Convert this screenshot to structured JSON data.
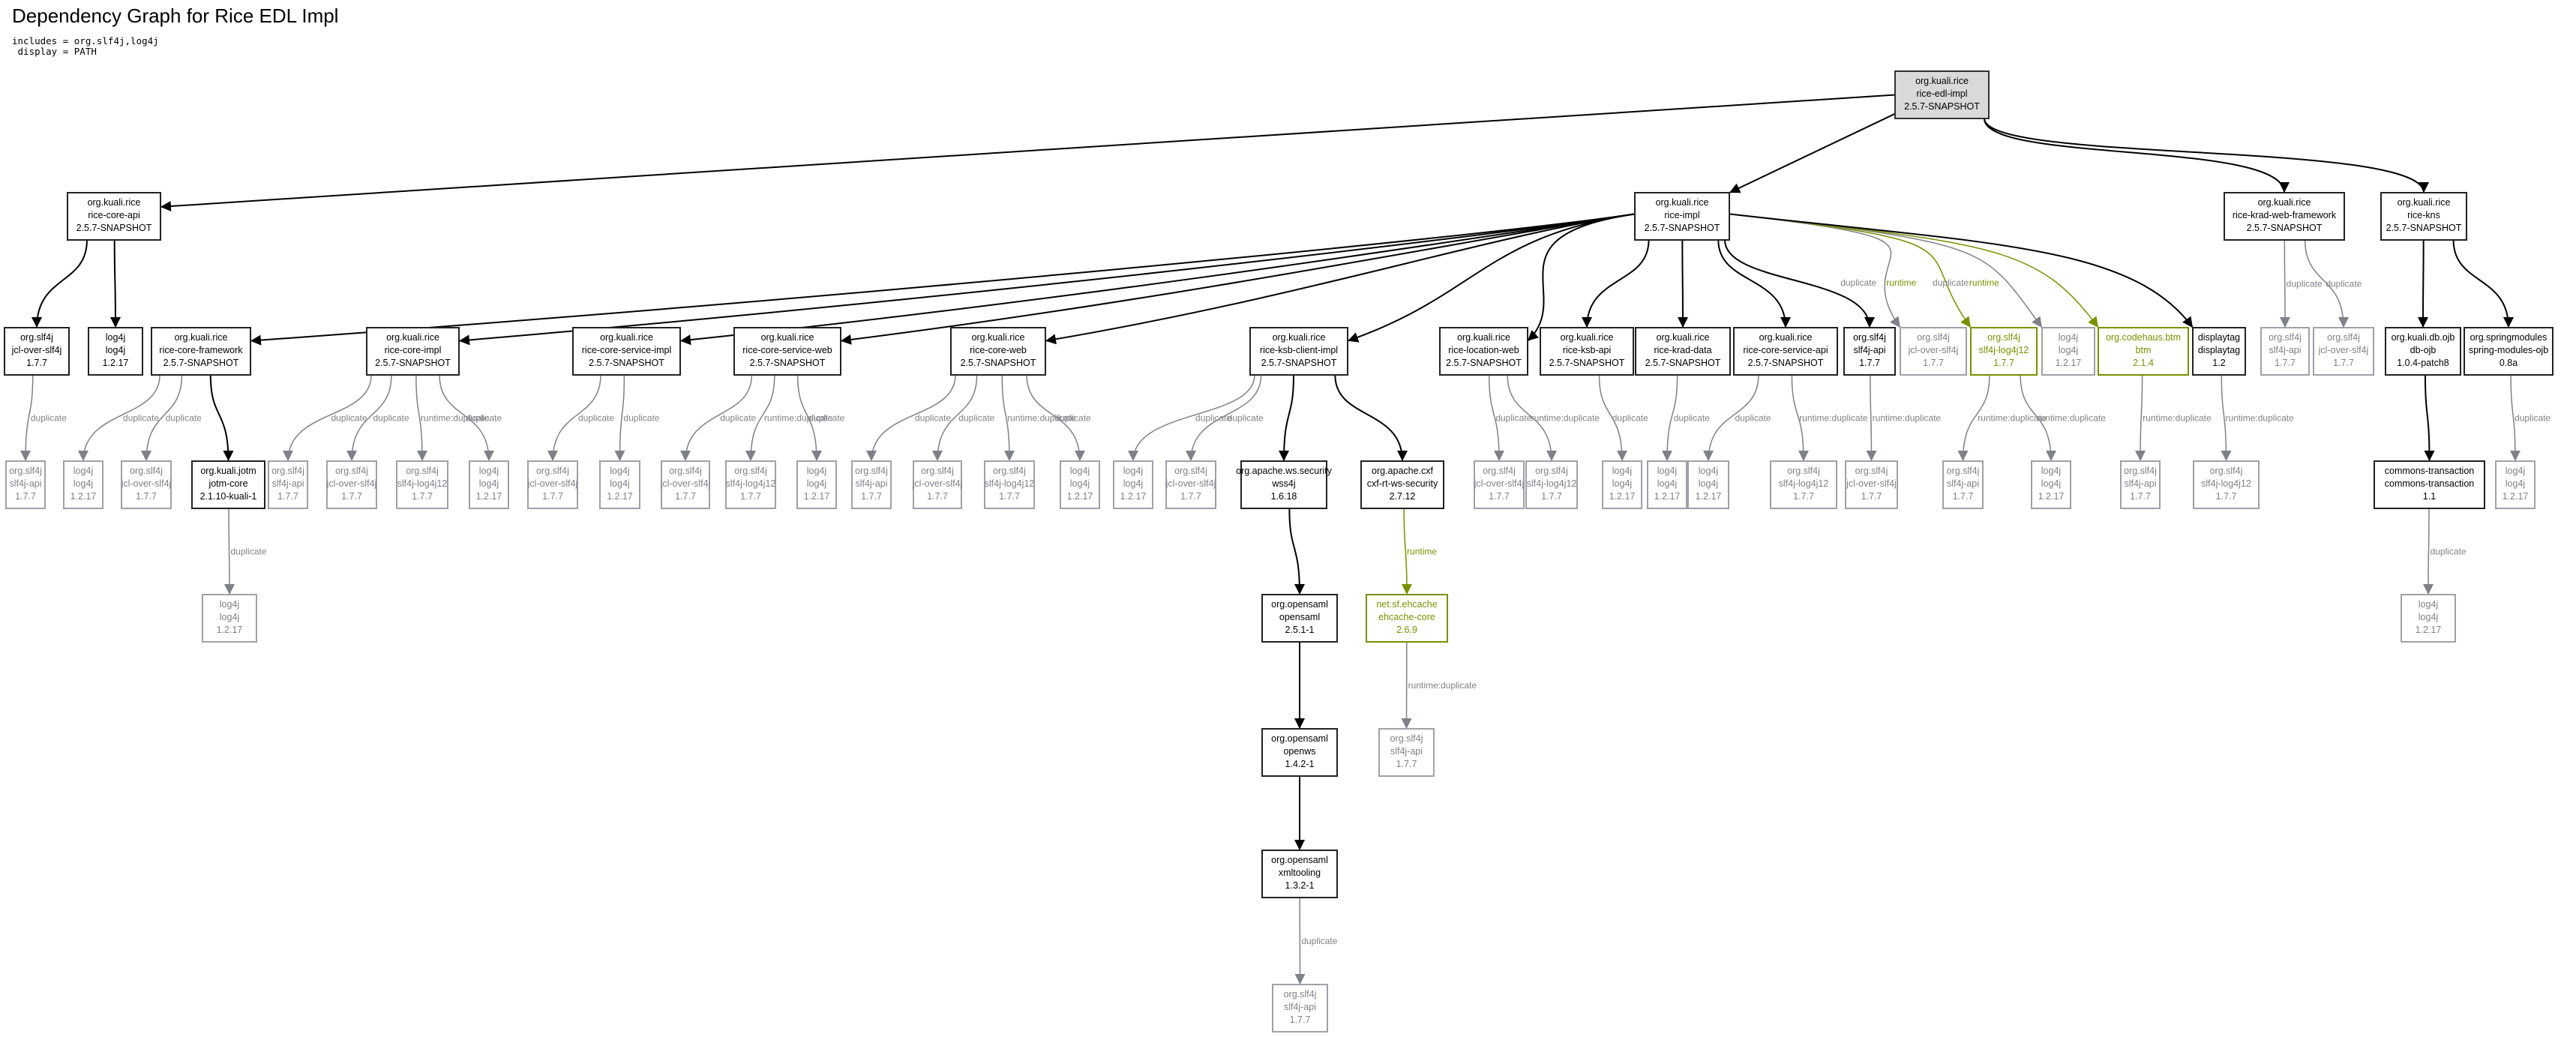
{
  "header": {
    "title": "Dependency Graph for Rice EDL Impl",
    "params": [
      "includes = org.slf4j,log4j",
      " display = PATH"
    ]
  },
  "colors": {
    "normal": "#000000",
    "duplicate": "#808088",
    "duplicate_stroke": "#a0a0a8",
    "runtime": "#7a9000",
    "root_fill": "#d9d9d9"
  },
  "nodes": [
    {
      "id": "root",
      "group": "org.kuali.rice",
      "artifact": "rice-edl-impl",
      "version": "2.5.7-SNAPSHOT",
      "style": "root"
    },
    {
      "id": "core-api",
      "group": "org.kuali.rice",
      "artifact": "rice-core-api",
      "version": "2.5.7-SNAPSHOT",
      "style": "normal"
    },
    {
      "id": "rice-impl",
      "group": "org.kuali.rice",
      "artifact": "rice-impl",
      "version": "2.5.7-SNAPSHOT",
      "style": "normal"
    },
    {
      "id": "krad-web-fw",
      "group": "org.kuali.rice",
      "artifact": "rice-krad-web-framework",
      "version": "2.5.7-SNAPSHOT",
      "style": "normal"
    },
    {
      "id": "kns",
      "group": "org.kuali.rice",
      "artifact": "rice-kns",
      "version": "2.5.7-SNAPSHOT",
      "style": "normal"
    },
    {
      "id": "ca-jcl",
      "group": "org.slf4j",
      "artifact": "jcl-over-slf4j",
      "version": "1.7.7",
      "style": "normal"
    },
    {
      "id": "ca-log4j",
      "group": "log4j",
      "artifact": "log4j",
      "version": "1.2.17",
      "style": "normal"
    },
    {
      "id": "core-fw",
      "group": "org.kuali.rice",
      "artifact": "rice-core-framework",
      "version": "2.5.7-SNAPSHOT",
      "style": "normal"
    },
    {
      "id": "core-impl",
      "group": "org.kuali.rice",
      "artifact": "rice-core-impl",
      "version": "2.5.7-SNAPSHOT",
      "style": "normal"
    },
    {
      "id": "cs-impl",
      "group": "org.kuali.rice",
      "artifact": "rice-core-service-impl",
      "version": "2.5.7-SNAPSHOT",
      "style": "normal"
    },
    {
      "id": "cs-web",
      "group": "org.kuali.rice",
      "artifact": "rice-core-service-web",
      "version": "2.5.7-SNAPSHOT",
      "style": "normal"
    },
    {
      "id": "core-web",
      "group": "org.kuali.rice",
      "artifact": "rice-core-web",
      "version": "2.5.7-SNAPSHOT",
      "style": "normal"
    },
    {
      "id": "ksb-client",
      "group": "org.kuali.rice",
      "artifact": "rice-ksb-client-impl",
      "version": "2.5.7-SNAPSHOT",
      "style": "normal"
    },
    {
      "id": "loc-web",
      "group": "org.kuali.rice",
      "artifact": "rice-location-web",
      "version": "2.5.7-SNAPSHOT",
      "style": "normal"
    },
    {
      "id": "ksb-api",
      "group": "org.kuali.rice",
      "artifact": "rice-ksb-api",
      "version": "2.5.7-SNAPSHOT",
      "style": "normal"
    },
    {
      "id": "krad-data",
      "group": "org.kuali.rice",
      "artifact": "rice-krad-data",
      "version": "2.5.7-SNAPSHOT",
      "style": "normal"
    },
    {
      "id": "cs-api",
      "group": "org.kuali.rice",
      "artifact": "rice-core-service-api",
      "version": "2.5.7-SNAPSHOT",
      "style": "normal"
    },
    {
      "id": "ri-slf4j-api",
      "group": "org.slf4j",
      "artifact": "slf4j-api",
      "version": "1.7.7",
      "style": "normal"
    },
    {
      "id": "ri-jcl",
      "group": "org.slf4j",
      "artifact": "jcl-over-slf4j",
      "version": "1.7.7",
      "style": "duplicate"
    },
    {
      "id": "ri-log4j12",
      "group": "org.slf4j",
      "artifact": "slf4j-log4j12",
      "version": "1.7.7",
      "style": "runtime"
    },
    {
      "id": "ri-log4j",
      "group": "log4j",
      "artifact": "log4j",
      "version": "1.2.17",
      "style": "duplicate"
    },
    {
      "id": "btm",
      "group": "org.codehaus.btm",
      "artifact": "btm",
      "version": "2.1.4",
      "style": "runtime"
    },
    {
      "id": "displaytag",
      "group": "displaytag",
      "artifact": "displaytag",
      "version": "1.2",
      "style": "normal"
    },
    {
      "id": "kwf-api",
      "group": "org.slf4j",
      "artifact": "slf4j-api",
      "version": "1.7.7",
      "style": "duplicate"
    },
    {
      "id": "kwf-jcl",
      "group": "org.slf4j",
      "artifact": "jcl-over-slf4j",
      "version": "1.7.7",
      "style": "duplicate"
    },
    {
      "id": "db-ojb",
      "group": "org.kuali.db.ojb",
      "artifact": "db-ojb",
      "version": "1.0.4-patch8",
      "style": "normal"
    },
    {
      "id": "spring-ojb",
      "group": "org.springmodules",
      "artifact": "spring-modules-ojb",
      "version": "0.8a",
      "style": "normal"
    },
    {
      "id": "jcl-api",
      "group": "org.slf4j",
      "artifact": "slf4j-api",
      "version": "1.7.7",
      "style": "duplicate"
    },
    {
      "id": "cf-log4j",
      "group": "log4j",
      "artifact": "log4j",
      "version": "1.2.17",
      "style": "duplicate"
    },
    {
      "id": "cf-jcl",
      "group": "org.slf4j",
      "artifact": "jcl-over-slf4j",
      "version": "1.7.7",
      "style": "duplicate"
    },
    {
      "id": "jotm",
      "group": "org.kuali.jotm",
      "artifact": "jotm-core",
      "version": "2.1.10-kuali-1",
      "style": "normal"
    },
    {
      "id": "ci-api",
      "group": "org.slf4j",
      "artifact": "slf4j-api",
      "version": "1.7.7",
      "style": "duplicate"
    },
    {
      "id": "ci-jcl",
      "group": "org.slf4j",
      "artifact": "jcl-over-slf4j",
      "version": "1.7.7",
      "style": "duplicate"
    },
    {
      "id": "ci-l12",
      "group": "org.slf4j",
      "artifact": "slf4j-log4j12",
      "version": "1.7.7",
      "style": "duplicate"
    },
    {
      "id": "ci-log4j",
      "group": "log4j",
      "artifact": "log4j",
      "version": "1.2.17",
      "style": "duplicate"
    },
    {
      "id": "csi-jcl",
      "group": "org.slf4j",
      "artifact": "jcl-over-slf4j",
      "version": "1.7.7",
      "style": "duplicate"
    },
    {
      "id": "csi-log4j",
      "group": "log4j",
      "artifact": "log4j",
      "version": "1.2.17",
      "style": "duplicate"
    },
    {
      "id": "csw-jcl",
      "group": "org.slf4j",
      "artifact": "jcl-over-slf4j",
      "version": "1.7.7",
      "style": "duplicate"
    },
    {
      "id": "csw-l12",
      "group": "org.slf4j",
      "artifact": "slf4j-log4j12",
      "version": "1.7.7",
      "style": "duplicate"
    },
    {
      "id": "csw-log4j",
      "group": "log4j",
      "artifact": "log4j",
      "version": "1.2.17",
      "style": "duplicate"
    },
    {
      "id": "cw-api",
      "group": "org.slf4j",
      "artifact": "slf4j-api",
      "version": "1.7.7",
      "style": "duplicate"
    },
    {
      "id": "cw-jcl",
      "group": "org.slf4j",
      "artifact": "jcl-over-slf4j",
      "version": "1.7.7",
      "style": "duplicate"
    },
    {
      "id": "cw-l12",
      "group": "org.slf4j",
      "artifact": "slf4j-log4j12",
      "version": "1.7.7",
      "style": "duplicate"
    },
    {
      "id": "cw-log4j",
      "group": "log4j",
      "artifact": "log4j",
      "version": "1.2.17",
      "style": "duplicate"
    },
    {
      "id": "ksbc-log4j",
      "group": "log4j",
      "artifact": "log4j",
      "version": "1.2.17",
      "style": "duplicate"
    },
    {
      "id": "ksbc-jcl",
      "group": "org.slf4j",
      "artifact": "jcl-over-slf4j",
      "version": "1.7.7",
      "style": "duplicate"
    },
    {
      "id": "wss4j",
      "group": "org.apache.ws.security",
      "artifact": "wss4j",
      "version": "1.6.18",
      "style": "normal"
    },
    {
      "id": "cxf",
      "group": "org.apache.cxf",
      "artifact": "cxf-rt-ws-security",
      "version": "2.7.12",
      "style": "normal"
    },
    {
      "id": "lw-jcl",
      "group": "org.slf4j",
      "artifact": "jcl-over-slf4j",
      "version": "1.7.7",
      "style": "duplicate"
    },
    {
      "id": "lw-l12",
      "group": "org.slf4j",
      "artifact": "slf4j-log4j12",
      "version": "1.7.7",
      "style": "duplicate"
    },
    {
      "id": "ka-log4j",
      "group": "log4j",
      "artifact": "log4j",
      "version": "1.2.17",
      "style": "duplicate"
    },
    {
      "id": "kd-log4j",
      "group": "log4j",
      "artifact": "log4j",
      "version": "1.2.17",
      "style": "duplicate"
    },
    {
      "id": "csa-log4j",
      "group": "log4j",
      "artifact": "log4j",
      "version": "1.2.17",
      "style": "duplicate"
    },
    {
      "id": "csa-l12",
      "group": "org.slf4j",
      "artifact": "slf4j-log4j12",
      "version": "1.7.7",
      "style": "duplicate"
    },
    {
      "id": "sa-jcl",
      "group": "org.slf4j",
      "artifact": "jcl-over-slf4j",
      "version": "1.7.7",
      "style": "duplicate"
    },
    {
      "id": "l12-api",
      "group": "org.slf4j",
      "artifact": "slf4j-api",
      "version": "1.7.7",
      "style": "duplicate"
    },
    {
      "id": "l12-log4j",
      "group": "log4j",
      "artifact": "log4j",
      "version": "1.2.17",
      "style": "duplicate"
    },
    {
      "id": "btm-api",
      "group": "org.slf4j",
      "artifact": "slf4j-api",
      "version": "1.7.7",
      "style": "duplicate"
    },
    {
      "id": "dt-l12",
      "group": "org.slf4j",
      "artifact": "slf4j-log4j12",
      "version": "1.7.7",
      "style": "duplicate"
    },
    {
      "id": "commons-tx",
      "group": "commons-transaction",
      "artifact": "commons-transaction",
      "version": "1.1",
      "style": "normal"
    },
    {
      "id": "so-log4j",
      "group": "log4j",
      "artifact": "log4j",
      "version": "1.2.17",
      "style": "duplicate"
    },
    {
      "id": "jotm-log4j",
      "group": "log4j",
      "artifact": "log4j",
      "version": "1.2.17",
      "style": "duplicate"
    },
    {
      "id": "opensaml",
      "group": "org.opensaml",
      "artifact": "opensaml",
      "version": "2.5.1-1",
      "style": "normal"
    },
    {
      "id": "ehcache",
      "group": "net.sf.ehcache",
      "artifact": "ehcache-core",
      "version": "2.6.9",
      "style": "runtime"
    },
    {
      "id": "eh-api",
      "group": "org.slf4j",
      "artifact": "slf4j-api",
      "version": "1.7.7",
      "style": "duplicate"
    },
    {
      "id": "ct-log4j",
      "group": "log4j",
      "artifact": "log4j",
      "version": "1.2.17",
      "style": "duplicate"
    },
    {
      "id": "openws",
      "group": "org.opensaml",
      "artifact": "openws",
      "version": "1.4.2-1",
      "style": "normal"
    },
    {
      "id": "xmltooling",
      "group": "org.opensaml",
      "artifact": "xmltooling",
      "version": "1.3.2-1",
      "style": "normal"
    },
    {
      "id": "xt-api",
      "group": "org.slf4j",
      "artifact": "slf4j-api",
      "version": "1.7.7",
      "style": "duplicate"
    }
  ],
  "edges": [
    {
      "from": "root",
      "to": "core-api",
      "label": "",
      "style": "normal"
    },
    {
      "from": "root",
      "to": "rice-impl",
      "label": "",
      "style": "normal"
    },
    {
      "from": "root",
      "to": "krad-web-fw",
      "label": "",
      "style": "normal"
    },
    {
      "from": "root",
      "to": "kns",
      "label": "",
      "style": "normal"
    },
    {
      "from": "core-api",
      "to": "ca-jcl",
      "label": "",
      "style": "normal"
    },
    {
      "from": "core-api",
      "to": "ca-log4j",
      "label": "",
      "style": "normal"
    },
    {
      "from": "rice-impl",
      "to": "core-fw",
      "label": "",
      "style": "normal"
    },
    {
      "from": "rice-impl",
      "to": "core-impl",
      "label": "",
      "style": "normal"
    },
    {
      "from": "rice-impl",
      "to": "cs-impl",
      "label": "",
      "style": "normal"
    },
    {
      "from": "rice-impl",
      "to": "cs-web",
      "label": "",
      "style": "normal"
    },
    {
      "from": "rice-impl",
      "to": "core-web",
      "label": "",
      "style": "normal"
    },
    {
      "from": "rice-impl",
      "to": "ksb-client",
      "label": "",
      "style": "normal"
    },
    {
      "from": "rice-impl",
      "to": "loc-web",
      "label": "",
      "style": "normal"
    },
    {
      "from": "rice-impl",
      "to": "ksb-api",
      "label": "",
      "style": "normal"
    },
    {
      "from": "rice-impl",
      "to": "krad-data",
      "label": "",
      "style": "normal"
    },
    {
      "from": "rice-impl",
      "to": "cs-api",
      "label": "",
      "style": "normal"
    },
    {
      "from": "rice-impl",
      "to": "ri-slf4j-api",
      "label": "",
      "style": "normal"
    },
    {
      "from": "rice-impl",
      "to": "ri-jcl",
      "label": "duplicate",
      "style": "duplicate"
    },
    {
      "from": "rice-impl",
      "to": "ri-log4j12",
      "label": "runtime",
      "style": "runtime"
    },
    {
      "from": "rice-impl",
      "to": "ri-log4j",
      "label": "duplicate",
      "style": "duplicate"
    },
    {
      "from": "rice-impl",
      "to": "btm",
      "label": "runtime",
      "style": "runtime"
    },
    {
      "from": "rice-impl",
      "to": "displaytag",
      "label": "",
      "style": "normal"
    },
    {
      "from": "krad-web-fw",
      "to": "kwf-api",
      "label": "duplicate",
      "style": "duplicate"
    },
    {
      "from": "krad-web-fw",
      "to": "kwf-jcl",
      "label": "duplicate",
      "style": "duplicate"
    },
    {
      "from": "kns",
      "to": "db-ojb",
      "label": "",
      "style": "normal"
    },
    {
      "from": "kns",
      "to": "spring-ojb",
      "label": "",
      "style": "normal"
    },
    {
      "from": "ca-jcl",
      "to": "jcl-api",
      "label": "duplicate",
      "style": "duplicate"
    },
    {
      "from": "core-fw",
      "to": "cf-log4j",
      "label": "duplicate",
      "style": "duplicate"
    },
    {
      "from": "core-fw",
      "to": "cf-jcl",
      "label": "duplicate",
      "style": "duplicate"
    },
    {
      "from": "core-fw",
      "to": "jotm",
      "label": "",
      "style": "normal"
    },
    {
      "from": "core-impl",
      "to": "ci-api",
      "label": "duplicate",
      "style": "duplicate"
    },
    {
      "from": "core-impl",
      "to": "ci-jcl",
      "label": "duplicate",
      "style": "duplicate"
    },
    {
      "from": "core-impl",
      "to": "ci-l12",
      "label": "runtime:duplicate",
      "style": "duplicate"
    },
    {
      "from": "core-impl",
      "to": "ci-log4j",
      "label": "duplicate",
      "style": "duplicate"
    },
    {
      "from": "cs-impl",
      "to": "csi-jcl",
      "label": "duplicate",
      "style": "duplicate"
    },
    {
      "from": "cs-impl",
      "to": "csi-log4j",
      "label": "duplicate",
      "style": "duplicate"
    },
    {
      "from": "cs-web",
      "to": "csw-jcl",
      "label": "duplicate",
      "style": "duplicate"
    },
    {
      "from": "cs-web",
      "to": "csw-l12",
      "label": "runtime:duplicate",
      "style": "duplicate"
    },
    {
      "from": "cs-web",
      "to": "csw-log4j",
      "label": "duplicate",
      "style": "duplicate"
    },
    {
      "from": "core-web",
      "to": "cw-api",
      "label": "duplicate",
      "style": "duplicate"
    },
    {
      "from": "core-web",
      "to": "cw-jcl",
      "label": "duplicate",
      "style": "duplicate"
    },
    {
      "from": "core-web",
      "to": "cw-l12",
      "label": "runtime:duplicate",
      "style": "duplicate"
    },
    {
      "from": "core-web",
      "to": "cw-log4j",
      "label": "duplicate",
      "style": "duplicate"
    },
    {
      "from": "ksb-client",
      "to": "ksbc-log4j",
      "label": "duplicate",
      "style": "duplicate"
    },
    {
      "from": "ksb-client",
      "to": "ksbc-jcl",
      "label": "duplicate",
      "style": "duplicate"
    },
    {
      "from": "ksb-client",
      "to": "wss4j",
      "label": "",
      "style": "normal"
    },
    {
      "from": "ksb-client",
      "to": "cxf",
      "label": "",
      "style": "normal"
    },
    {
      "from": "loc-web",
      "to": "lw-jcl",
      "label": "duplicate",
      "style": "duplicate"
    },
    {
      "from": "loc-web",
      "to": "lw-l12",
      "label": "runtime:duplicate",
      "style": "duplicate"
    },
    {
      "from": "ksb-api",
      "to": "ka-log4j",
      "label": "duplicate",
      "style": "duplicate"
    },
    {
      "from": "krad-data",
      "to": "kd-log4j",
      "label": "duplicate",
      "style": "duplicate"
    },
    {
      "from": "cs-api",
      "to": "csa-log4j",
      "label": "duplicate",
      "style": "duplicate"
    },
    {
      "from": "cs-api",
      "to": "csa-l12",
      "label": "runtime:duplicate",
      "style": "duplicate"
    },
    {
      "from": "ri-slf4j-api",
      "to": "sa-jcl",
      "label": "runtime:duplicate",
      "style": "duplicate"
    },
    {
      "from": "ri-log4j12",
      "to": "l12-api",
      "label": "runtime:duplicate",
      "style": "duplicate"
    },
    {
      "from": "ri-log4j12",
      "to": "l12-log4j",
      "label": "runtime:duplicate",
      "style": "duplicate"
    },
    {
      "from": "btm",
      "to": "btm-api",
      "label": "runtime:duplicate",
      "style": "duplicate"
    },
    {
      "from": "displaytag",
      "to": "dt-l12",
      "label": "runtime:duplicate",
      "style": "duplicate"
    },
    {
      "from": "db-ojb",
      "to": "commons-tx",
      "label": "",
      "style": "normal"
    },
    {
      "from": "spring-ojb",
      "to": "so-log4j",
      "label": "duplicate",
      "style": "duplicate"
    },
    {
      "from": "jotm",
      "to": "jotm-log4j",
      "label": "duplicate",
      "style": "duplicate"
    },
    {
      "from": "wss4j",
      "to": "opensaml",
      "label": "",
      "style": "normal"
    },
    {
      "from": "cxf",
      "to": "ehcache",
      "label": "runtime",
      "style": "runtime"
    },
    {
      "from": "ehcache",
      "to": "eh-api",
      "label": "runtime:duplicate",
      "style": "duplicate"
    },
    {
      "from": "commons-tx",
      "to": "ct-log4j",
      "label": "duplicate",
      "style": "duplicate"
    },
    {
      "from": "opensaml",
      "to": "openws",
      "label": "",
      "style": "normal"
    },
    {
      "from": "openws",
      "to": "xmltooling",
      "label": "",
      "style": "normal"
    },
    {
      "from": "xmltooling",
      "to": "xt-api",
      "label": "duplicate",
      "style": "duplicate"
    }
  ]
}
